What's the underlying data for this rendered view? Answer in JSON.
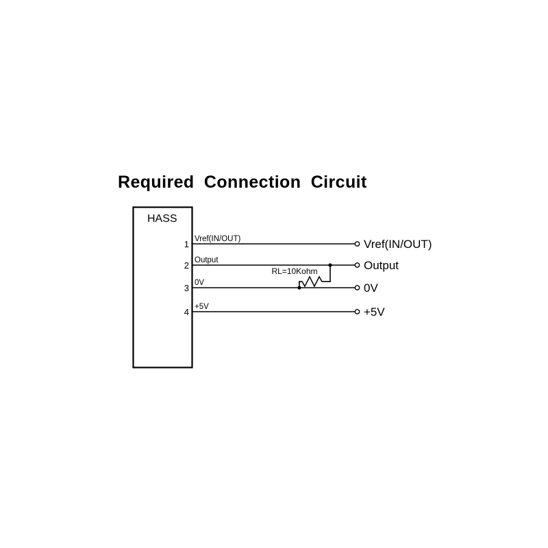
{
  "figure": {
    "title": "Required Connection Circuit",
    "background_color": "#ffffff",
    "line_color": "#000000"
  },
  "device": {
    "name": "HASS",
    "pins": [
      {
        "number": "1",
        "label": "Vref(IN/OUT)",
        "terminal_label": "Vref(IN/OUT)"
      },
      {
        "number": "2",
        "label": "Output",
        "terminal_label": "Output"
      },
      {
        "number": "3",
        "label": "0V",
        "terminal_label": "0V"
      },
      {
        "number": "4",
        "label": "+5V",
        "terminal_label": "+5V"
      }
    ]
  },
  "components": {
    "load_resistor": {
      "label": "RL=10Kohm",
      "symbol": "resistor-zigzag",
      "connects_from": "Output",
      "connects_to": "0V"
    }
  }
}
